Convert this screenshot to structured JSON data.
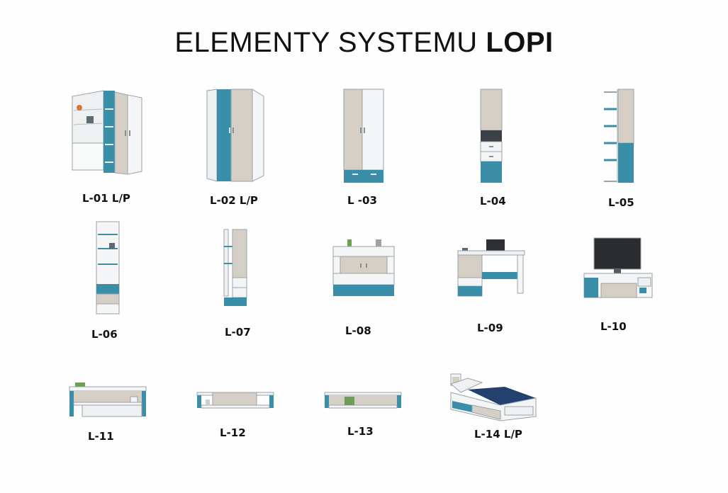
{
  "title": {
    "prefix": "ELEMENTY SYSTEMU",
    "brand": "LOPI"
  },
  "colors": {
    "white": "#f4f5f6",
    "oak": "#d6cfc6",
    "blue": "#3a8ea8",
    "shelf": "#cfd6d9",
    "edge": "#9aa3a8"
  },
  "items": [
    {
      "code": "L-01 L/P",
      "kind": "corner-wardrobe-shelves"
    },
    {
      "code": "L-02 L/P",
      "kind": "corner-wardrobe"
    },
    {
      "code": "L -03",
      "kind": "wardrobe"
    },
    {
      "code": "L-04",
      "kind": "tall-cabinet"
    },
    {
      "code": "L-05",
      "kind": "shelf-cabinet"
    },
    {
      "code": "L-06",
      "kind": "bookcase"
    },
    {
      "code": "L-07",
      "kind": "narrow-cabinet"
    },
    {
      "code": "L-08",
      "kind": "chest-of-drawers"
    },
    {
      "code": "L-09",
      "kind": "desk"
    },
    {
      "code": "L-10",
      "kind": "tv-stand"
    },
    {
      "code": "L-11",
      "kind": "wall-shelf"
    },
    {
      "code": "L-12",
      "kind": "wall-shelf"
    },
    {
      "code": "L-13",
      "kind": "wall-shelf"
    },
    {
      "code": "L-14 L/P",
      "kind": "bed"
    }
  ]
}
